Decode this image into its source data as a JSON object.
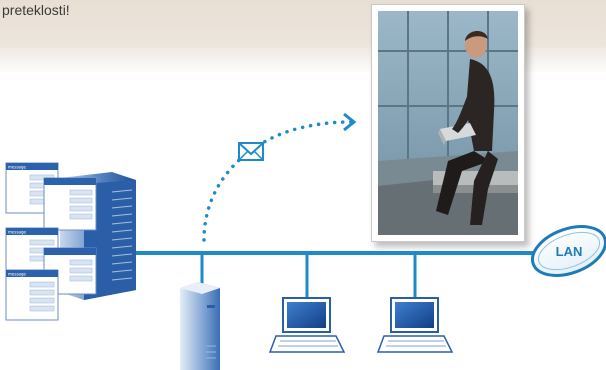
{
  "caption": {
    "text": "preteklosti!"
  },
  "network": {
    "lan_label": "LAN",
    "message_label": "message",
    "colors": {
      "cable": "#1e8ac8",
      "accent": "#1e6db3",
      "dots": "#1e8ac8",
      "background_band": "#e9e1d7"
    },
    "icons": [
      "server-tower-icon",
      "message-doc-icon",
      "envelope-icon",
      "workstation-tower-icon",
      "laptop-icon",
      "lan-cloud-icon",
      "photo-person-laptop"
    ]
  }
}
